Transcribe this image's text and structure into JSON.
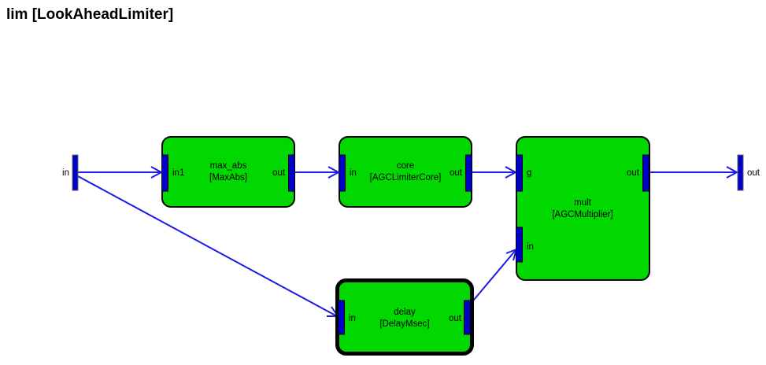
{
  "title": "lim [LookAheadLimiter]",
  "colors": {
    "background": "#ffffff",
    "block_fill": "#00d800",
    "block_border": "#000000",
    "port_fill": "#0000c8",
    "wire": "#1a1ae8",
    "text": "#000000"
  },
  "terminals": {
    "input": {
      "label": "in"
    },
    "output": {
      "label": "out"
    }
  },
  "blocks": [
    {
      "name": "max_abs",
      "type": "[MaxAbs]",
      "selected": false,
      "ports": {
        "in1": "in1",
        "out": "out"
      }
    },
    {
      "name": "core",
      "type": "[AGCLimiterCore]",
      "selected": false,
      "ports": {
        "in": "in",
        "out": "out"
      }
    },
    {
      "name": "mult",
      "type": "[AGCMultiplier]",
      "selected": false,
      "ports": {
        "g": "g",
        "in": "in",
        "out": "out"
      }
    },
    {
      "name": "delay",
      "type": "[DelayMsec]",
      "selected": true,
      "ports": {
        "in": "in",
        "out": "out"
      }
    }
  ]
}
